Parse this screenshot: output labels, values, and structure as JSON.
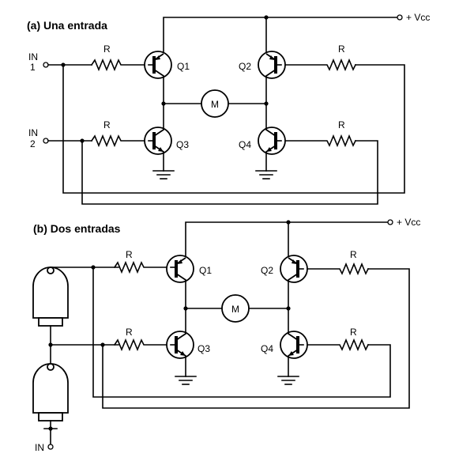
{
  "diagram_a": {
    "title": "(a) Una entrada",
    "supply": "+ Vcc",
    "in1": [
      "IN",
      "1"
    ],
    "in2": [
      "IN",
      "2"
    ],
    "resistor": "R",
    "q1": "Q1",
    "q2": "Q2",
    "q3": "Q3",
    "q4": "Q4",
    "motor": "M"
  },
  "diagram_b": {
    "title": "(b) Dos entradas",
    "supply": "+ Vcc",
    "input": "IN",
    "resistor": "R",
    "q1": "Q1",
    "q2": "Q2",
    "q3": "Q3",
    "q4": "Q4",
    "motor": "M"
  }
}
